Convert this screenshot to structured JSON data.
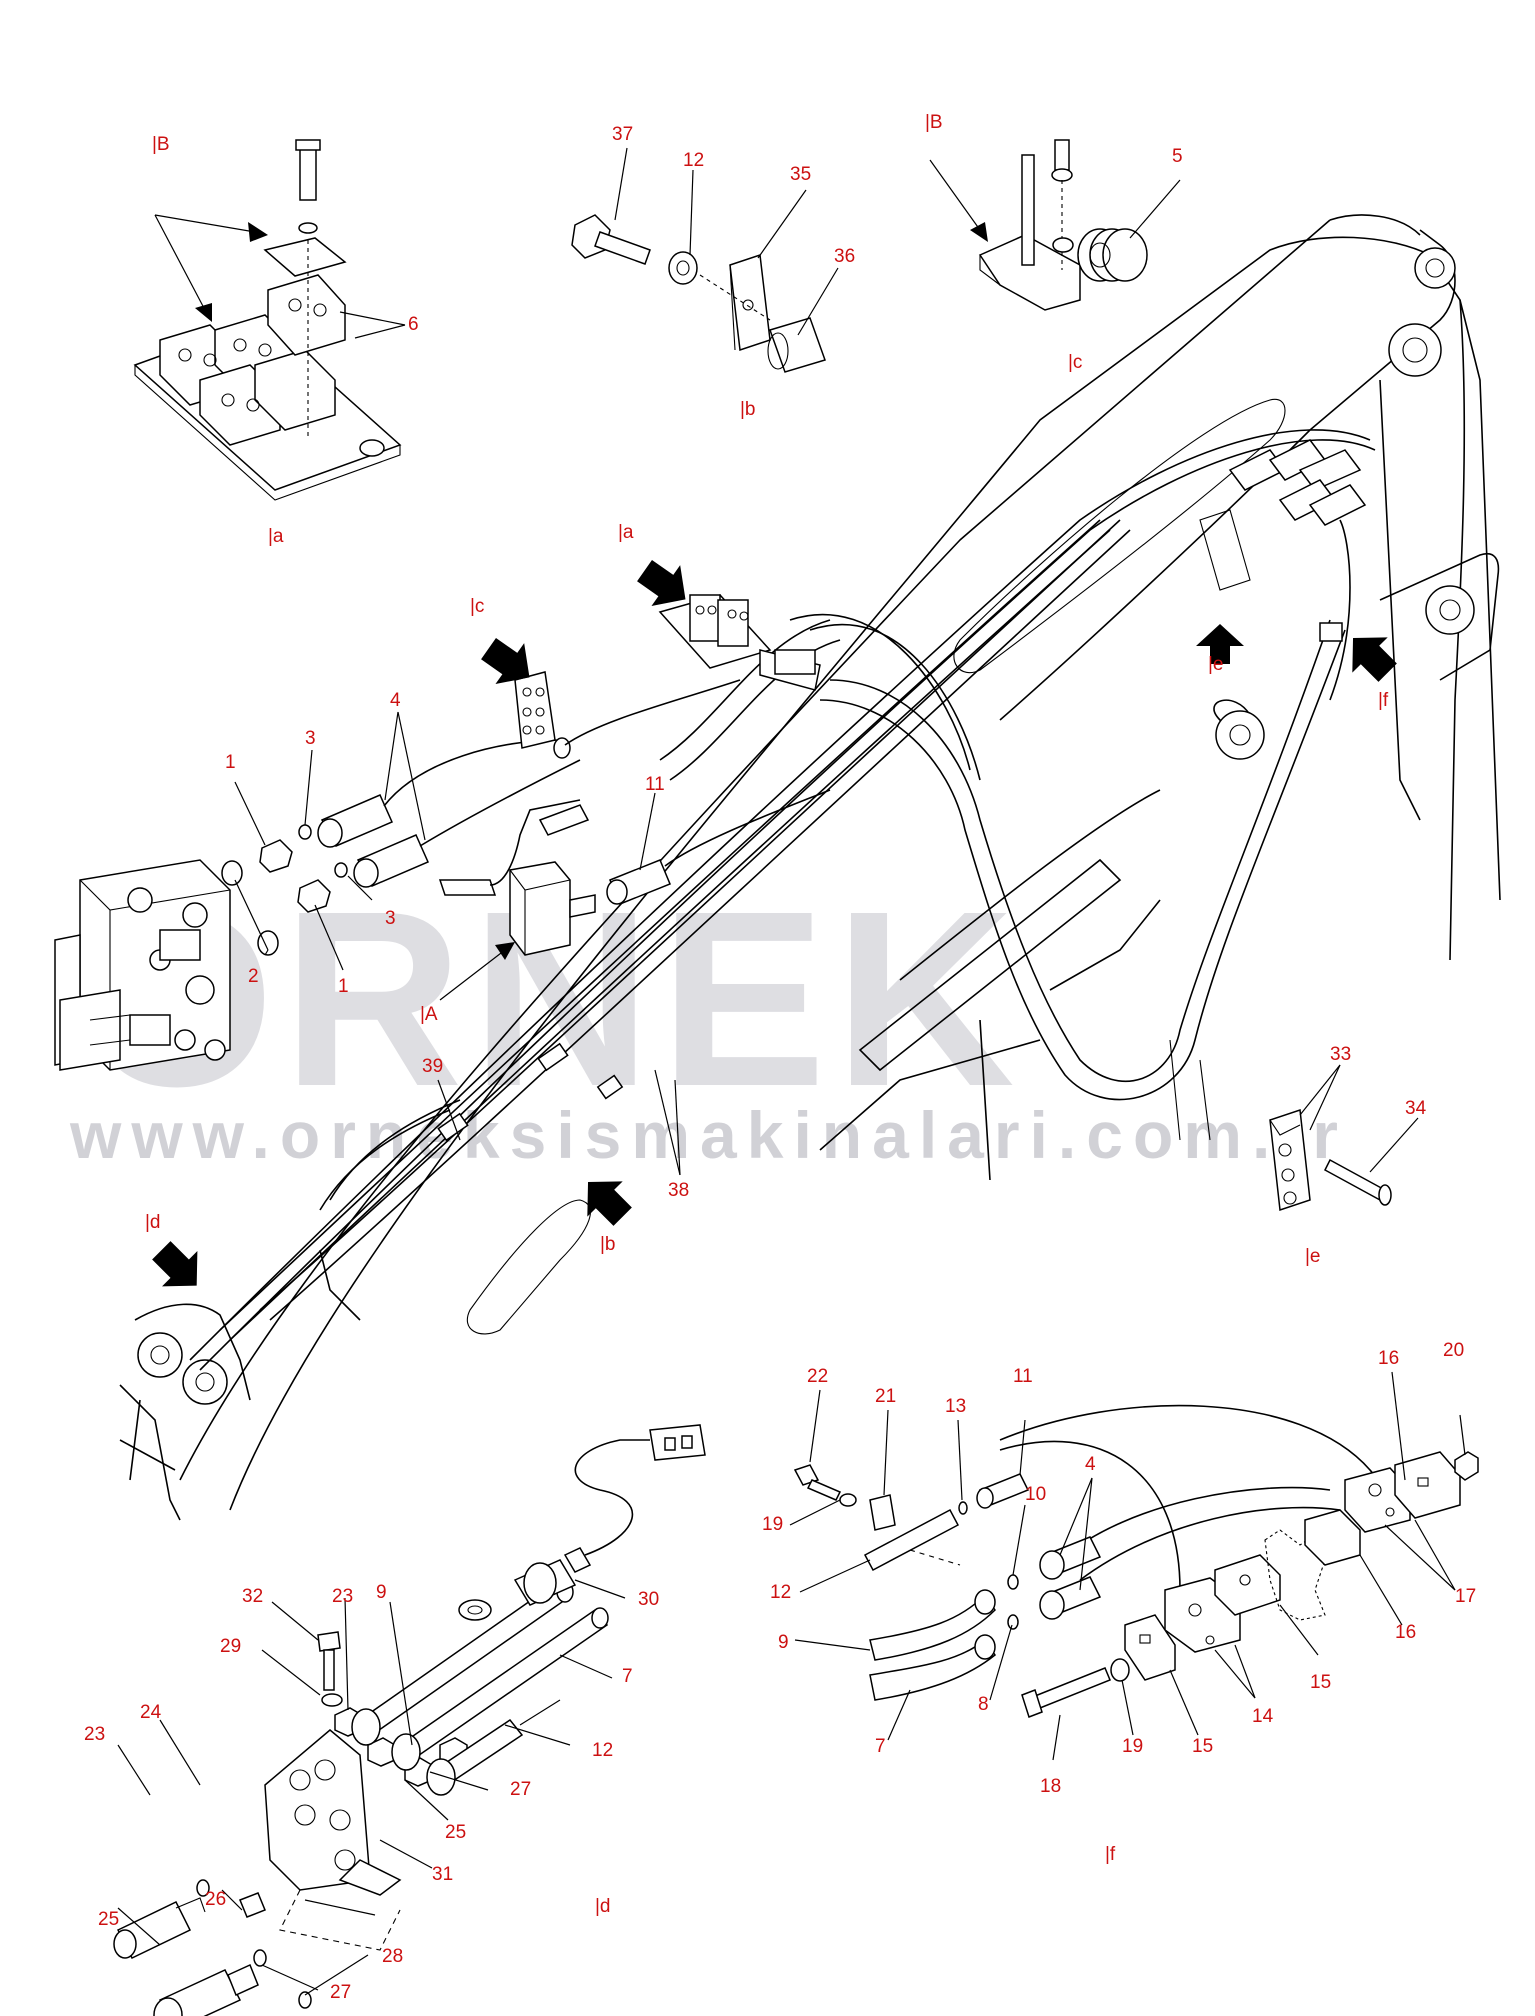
{
  "watermark": {
    "brand": "ORNEK",
    "url": "www.orneksismakinalari.com.tr",
    "color": "#9a9aa6"
  },
  "label_color": "#cc1111",
  "detail_refs": {
    "B_a": "|B",
    "B_c": "|B",
    "a_detail": "|a",
    "a_main": "|a",
    "b_detail": "|b",
    "b_main": "|b",
    "c_detail": "|c",
    "c_main": "|c",
    "A_main": "|A",
    "d_main": "|d",
    "d_detail": "|d",
    "e_main": "|e",
    "e_detail": "|e",
    "f_main": "|f",
    "f_detail": "|f"
  },
  "callouts": {
    "c6": "6",
    "c37": "37",
    "c12_b": "12",
    "c35": "35",
    "c36": "36",
    "c5": "5",
    "c4_main": "4",
    "c3_top": "3",
    "c1_top": "1",
    "c2": "2",
    "c1_bot": "1",
    "c3_bot": "3",
    "c11_main": "11",
    "c39": "39",
    "c38": "38",
    "c33": "33",
    "c34": "34",
    "c22": "22",
    "c21": "21",
    "c13": "13",
    "c11_f": "11",
    "c4_f": "4",
    "c10": "10",
    "c19_top": "19",
    "c12_f": "12",
    "c9_f": "9",
    "c8": "8",
    "c7_f": "7",
    "c16_top": "16",
    "c20": "20",
    "c17": "17",
    "c16_bot": "16",
    "c15_top": "15",
    "c14": "14",
    "c15_bot": "15",
    "c19_bot": "19",
    "c18": "18",
    "c32": "32",
    "c23_top": "23",
    "c9_d": "9",
    "c30": "30",
    "c29": "29",
    "c7_d": "7",
    "c24": "24",
    "c23_bot": "23",
    "c12_d": "12",
    "c27_top": "27",
    "c25_top": "25",
    "c26": "26",
    "c25_bot": "25",
    "c31": "31",
    "c28": "28",
    "c27_bot": "27"
  }
}
